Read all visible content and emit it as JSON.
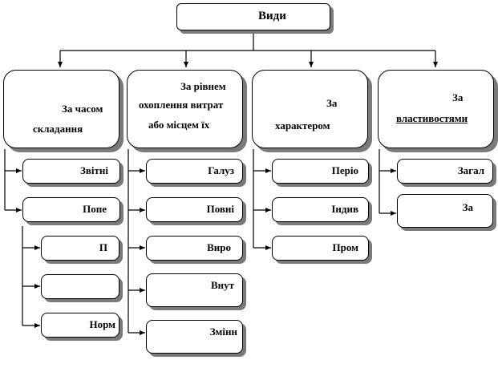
{
  "root": {
    "label": "Види"
  },
  "categories": [
    {
      "lines": [
        "За часом",
        "складання"
      ]
    },
    {
      "lines": [
        "За рівнем",
        "охоплення витрат",
        "або місцем їх"
      ]
    },
    {
      "lines": [
        "За",
        "характером"
      ]
    },
    {
      "lines": [
        "За",
        "властивостями"
      ]
    }
  ],
  "col1": [
    {
      "label": "Звітні"
    },
    {
      "label": "Попе"
    }
  ],
  "col1_sub": [
    {
      "label": "П"
    },
    {
      "label": ""
    },
    {
      "label": "Норм"
    }
  ],
  "col2": [
    {
      "label": "Галуз"
    },
    {
      "label": "Повні"
    },
    {
      "label": "Виро"
    },
    {
      "label": "Внут"
    },
    {
      "label": "Змінн"
    }
  ],
  "col3": [
    {
      "label": "Періо"
    },
    {
      "label": "Індив"
    },
    {
      "label": "Пром"
    }
  ],
  "col4": [
    {
      "label": "Загал"
    },
    {
      "label": "За"
    }
  ],
  "colors": {
    "stroke": "#000000",
    "shadow": "#7a7a7a",
    "background": "#ffffff"
  }
}
